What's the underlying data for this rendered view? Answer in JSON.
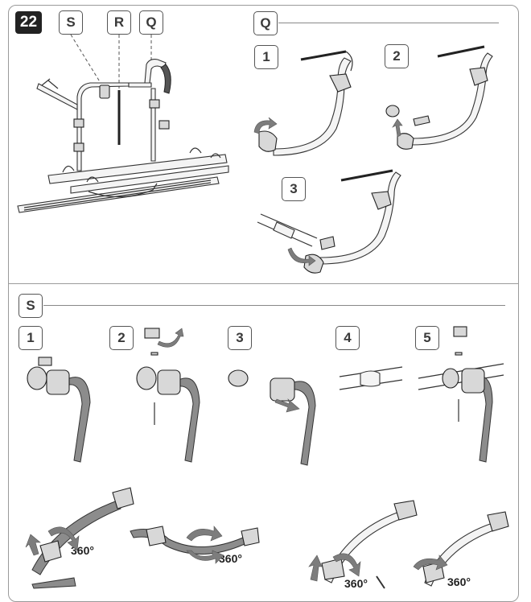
{
  "figure": {
    "number": "22",
    "overview_labels": [
      "S",
      "R",
      "Q"
    ],
    "section_q": {
      "label": "Q",
      "steps": [
        "1",
        "2",
        "3"
      ]
    },
    "section_s": {
      "label": "S",
      "steps": [
        "1",
        "2",
        "3",
        "4",
        "5"
      ]
    },
    "rotation_labels": [
      "360°",
      "360°",
      "360°",
      "360°"
    ]
  }
}
